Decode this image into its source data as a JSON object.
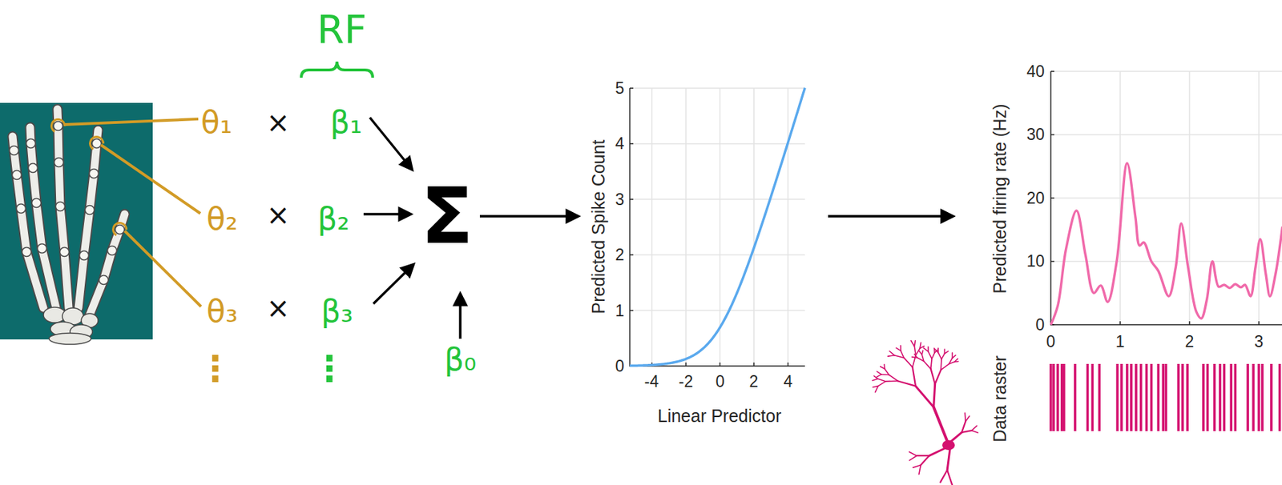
{
  "diagram": {
    "labels": [
      "RF",
      "θ₁",
      "×",
      "β₁",
      "θ₂",
      "×",
      "β₂",
      "θ₃",
      "×",
      "β₃",
      "⋮",
      "⋮",
      "Σ",
      "β₀",
      "5",
      "4",
      "3",
      "2",
      "1",
      "0",
      "-4",
      "-2",
      "0",
      "2",
      "4",
      "Predicted Spike Count",
      "Linear Predictor",
      "40",
      "30",
      "20",
      "10",
      "0",
      "0",
      "1",
      "2",
      "3",
      "Predicted firing rate (Hz)",
      "Data raster"
    ]
  }
}
